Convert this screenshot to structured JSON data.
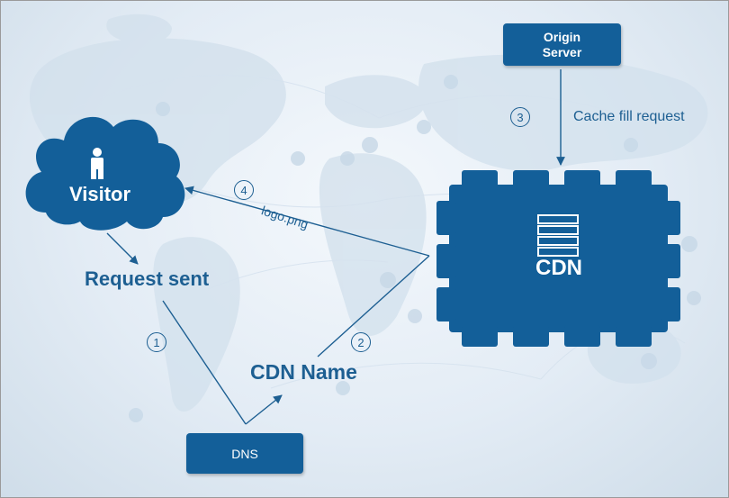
{
  "nodes": {
    "visitor": "Visitor",
    "request_sent": "Request sent",
    "dns": "DNS",
    "cdn_name": "CDN Name",
    "cdn": "CDN",
    "origin_server": "Origin\nServer"
  },
  "edges": {
    "cache_fill": "Cache fill request",
    "logo_file": "logo.png"
  },
  "steps": [
    "1",
    "2",
    "3",
    "4"
  ],
  "icons": {
    "visitor": "person-icon",
    "cdn": "server-rack-icon",
    "background": "world-map"
  },
  "colors": {
    "primary": "#135f99",
    "text": "#1d5f92",
    "background": "#e8f0f7"
  }
}
